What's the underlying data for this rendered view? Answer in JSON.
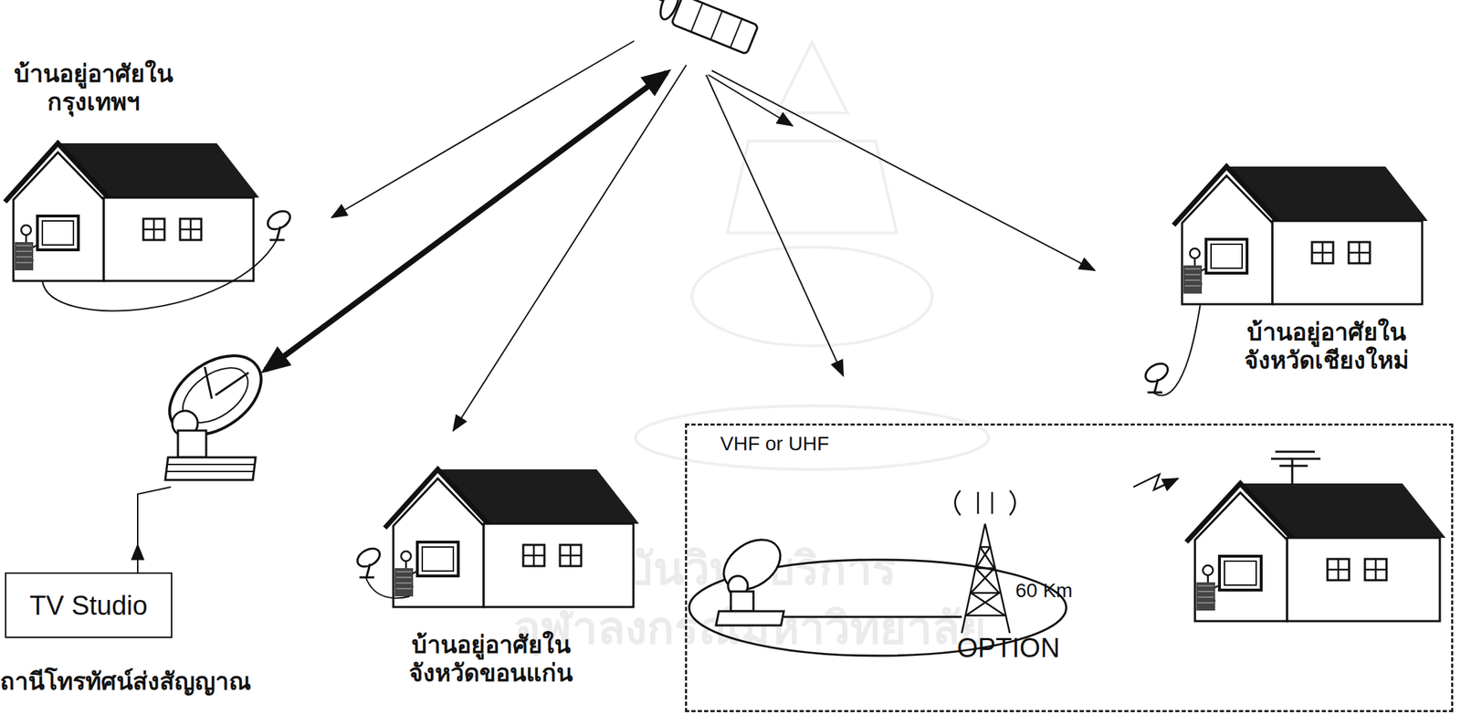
{
  "diagram": {
    "nodes": [
      {
        "text": [
          "บ้านอยู่อาศัยใน กรุงเทพฯ"
        ]
      },
      {
        "text": [
          "บ้านอยู่อาศัยใน จังหวัดเชียงใหม่"
        ]
      },
      {
        "text": [
          "TV Studio"
        ]
      },
      {
        "text": [
          "บ้านอยู่อาศัยใน จังหวัดขอนแก่น"
        ]
      },
      {
        "text": [
          "OPTION"
        ]
      }
    ],
    "labels": [
      "ถานีโทรทัศน์ส่งสัญญาณ",
      "VHF or UHF",
      "60 Km",
      "สถาบันวิทยบริการ",
      "จุฬาลงกรณ์มหาวิทยาลัย"
    ]
  }
}
